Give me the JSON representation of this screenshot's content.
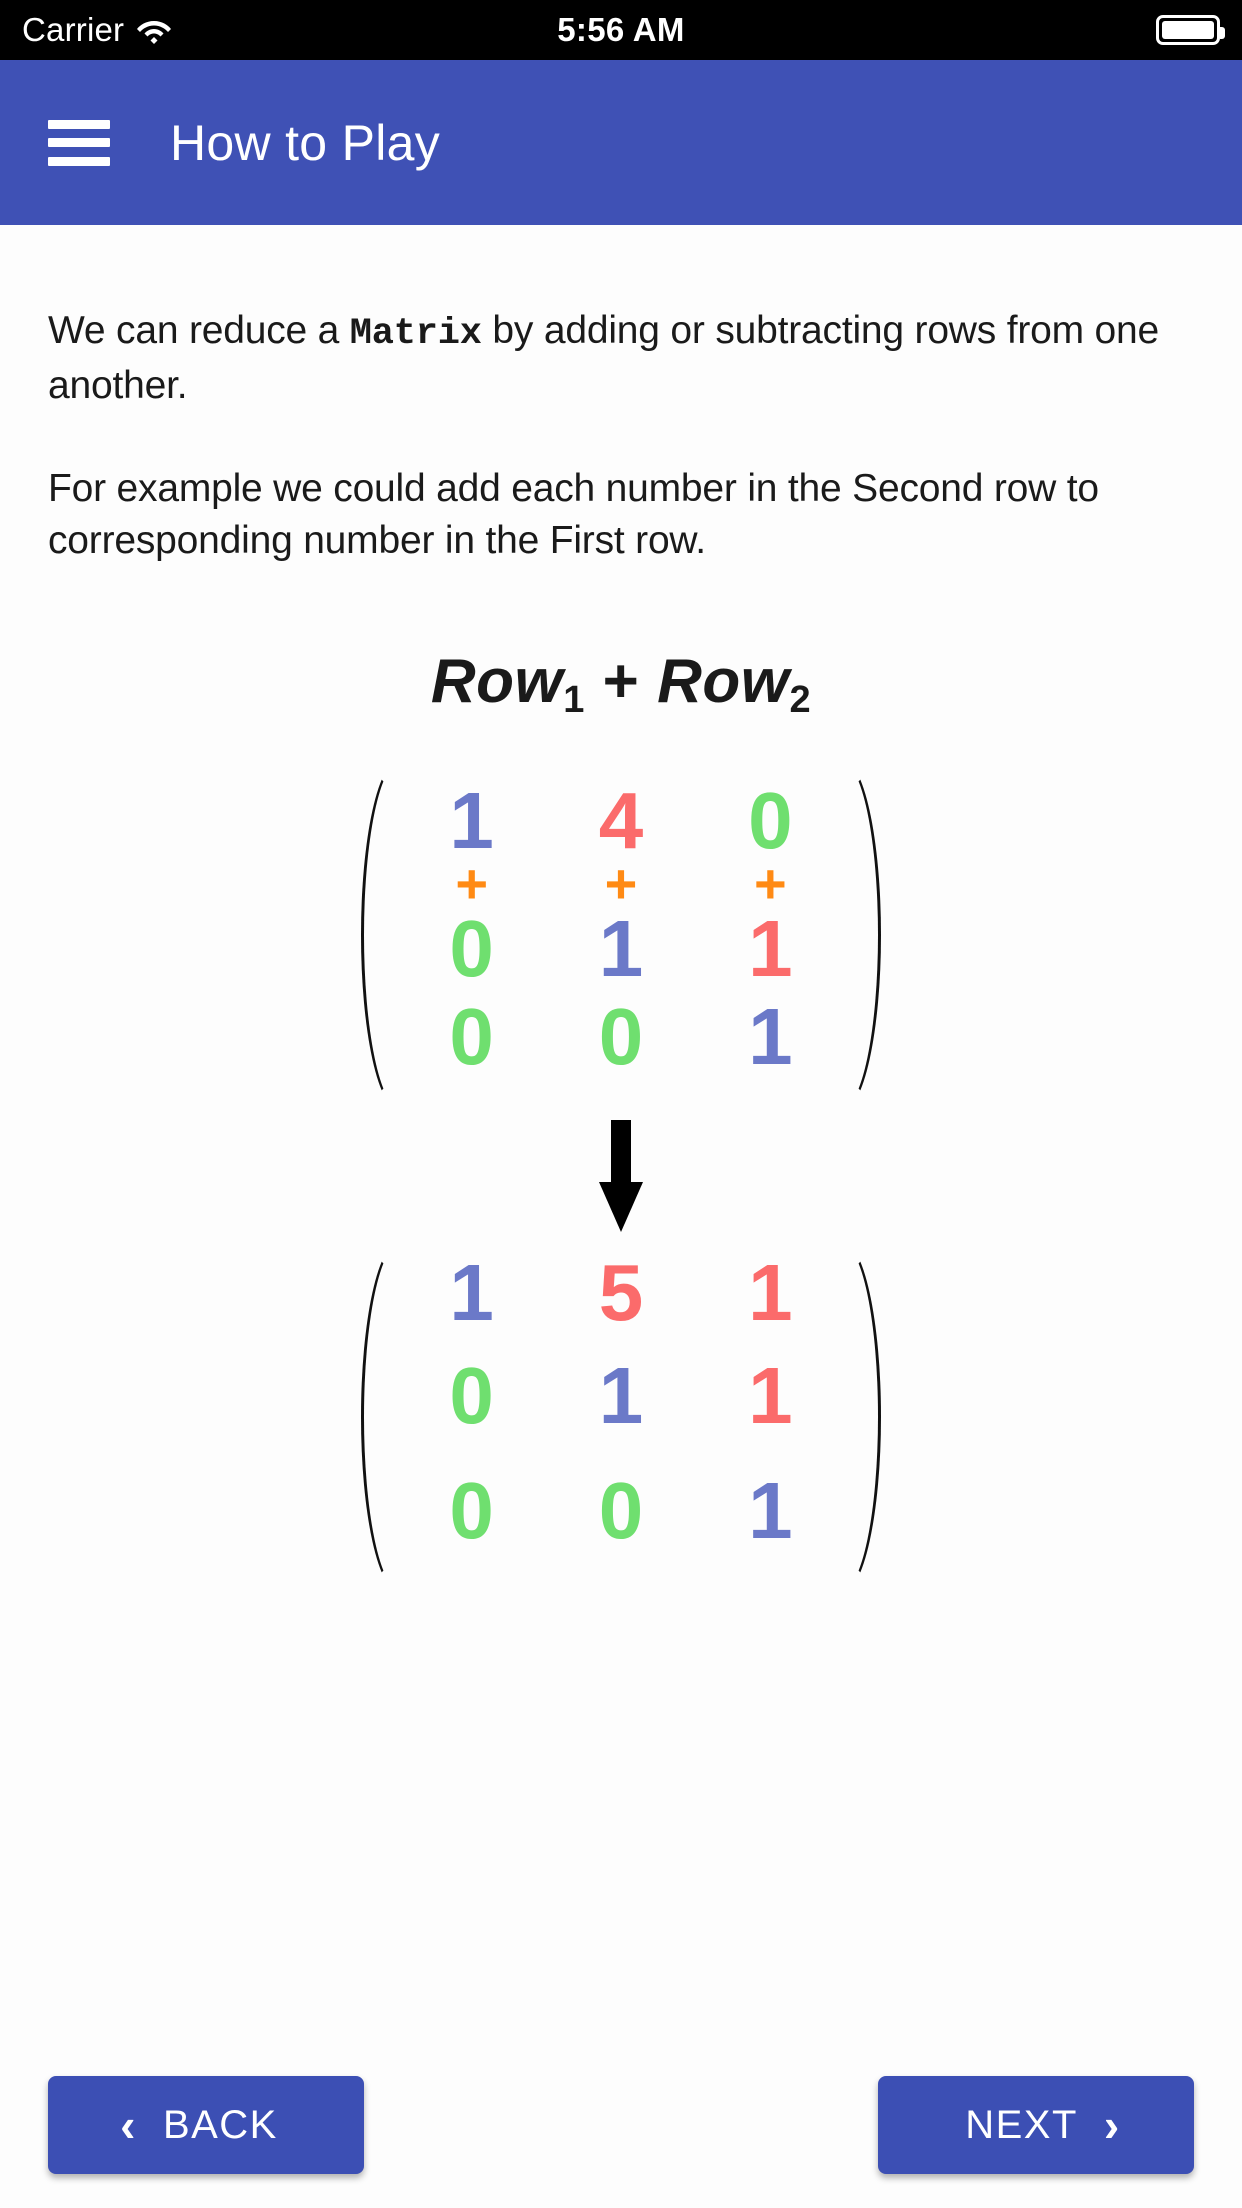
{
  "status_bar": {
    "carrier": "Carrier",
    "wifi_icon": "wifi-icon",
    "time": "5:56 AM",
    "battery_icon": "battery-full-icon"
  },
  "app_bar": {
    "menu_icon": "hamburger-menu-icon",
    "title": "How to Play",
    "color": "#3f51b5"
  },
  "content": {
    "paragraph_1_part_1": "We can reduce a ",
    "paragraph_1_keyword": "Matrix",
    "paragraph_1_part_2": " by adding or subtracting rows from one another.",
    "paragraph_2": "For example we could add each number in the Second row to corresponding number in the First row.",
    "equation_title": {
      "row_word_1": "Row",
      "sub_1": "1",
      "operator": " + ",
      "row_word_2": "Row",
      "sub_2": "2"
    },
    "arrow_icon": "down-arrow-icon",
    "colors": {
      "blue": "#6b79c8",
      "red": "#fb6b6b",
      "green": "#6fdf6f",
      "orange": "#ff8a14"
    }
  },
  "chart_data": {
    "type": "table",
    "title": "Row1 + Row2 matrix row reduction",
    "source_matrix": {
      "label": "source-matrix",
      "rows": [
        [
          {
            "value": "1",
            "color": "blue",
            "operator": "+",
            "operator_color": "orange"
          },
          {
            "value": "4",
            "color": "red",
            "operator": "+",
            "operator_color": "orange"
          },
          {
            "value": "0",
            "color": "green",
            "operator": "+",
            "operator_color": "orange"
          }
        ],
        [
          {
            "value": "0",
            "color": "green",
            "operator": "",
            "operator_color": ""
          },
          {
            "value": "1",
            "color": "blue",
            "operator": "",
            "operator_color": ""
          },
          {
            "value": "1",
            "color": "red",
            "operator": "",
            "operator_color": ""
          }
        ],
        [
          {
            "value": "0",
            "color": "green",
            "operator": "",
            "operator_color": ""
          },
          {
            "value": "0",
            "color": "green",
            "operator": "",
            "operator_color": ""
          },
          {
            "value": "1",
            "color": "blue",
            "operator": "",
            "operator_color": ""
          }
        ]
      ]
    },
    "result_matrix": {
      "label": "result-matrix",
      "rows": [
        [
          {
            "value": "1",
            "color": "blue"
          },
          {
            "value": "5",
            "color": "red"
          },
          {
            "value": "1",
            "color": "red"
          }
        ],
        [
          {
            "value": "0",
            "color": "green"
          },
          {
            "value": "1",
            "color": "blue"
          },
          {
            "value": "1",
            "color": "red"
          }
        ],
        [
          {
            "value": "0",
            "color": "green"
          },
          {
            "value": "0",
            "color": "green"
          },
          {
            "value": "1",
            "color": "blue"
          }
        ]
      ]
    }
  },
  "footer": {
    "back_label": "BACK",
    "back_chevron": "‹",
    "next_label": "NEXT",
    "next_chevron": "›",
    "button_color": "#3c4fb4"
  }
}
